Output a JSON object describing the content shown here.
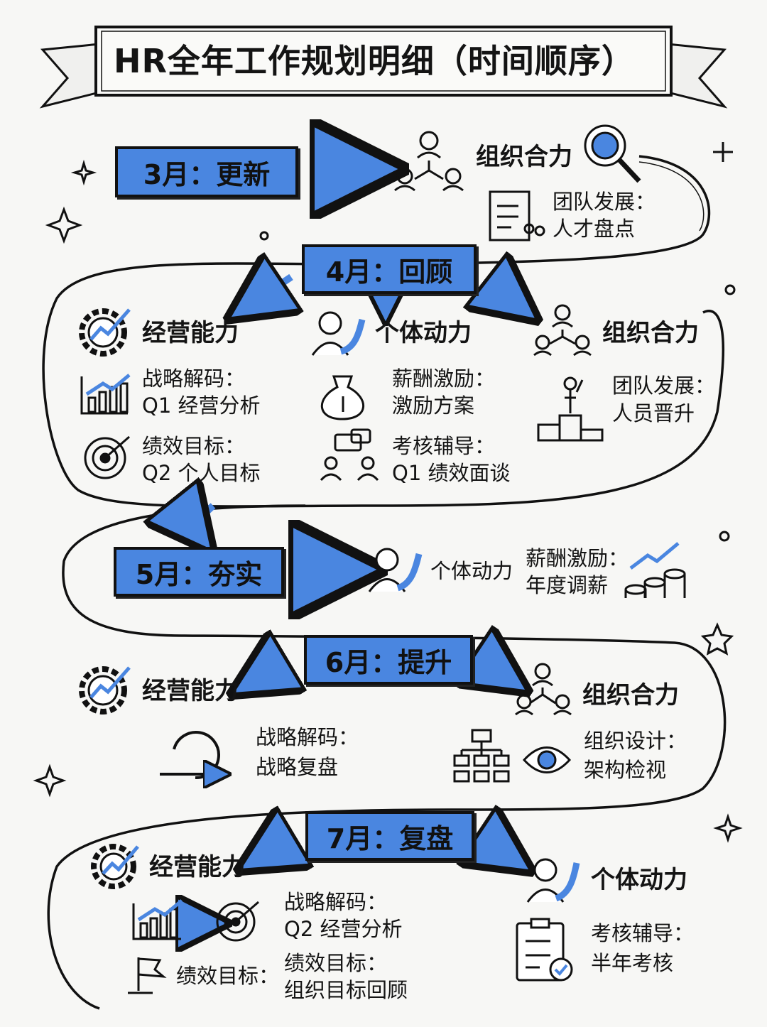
{
  "title": "HR全年工作规划明细（时间顺序）",
  "months": {
    "mar": {
      "label": "3月：更新",
      "cat": "组织合力",
      "item": {
        "head": "团队发展：",
        "body": "人才盘点"
      }
    },
    "apr": {
      "label": "4月：回顾",
      "cats": {
        "biz": "经营能力",
        "ind": "个体动力",
        "org": "组织合力"
      },
      "items": {
        "strategy": {
          "head": "战略解码：",
          "body": "Q1 经营分析"
        },
        "perf": {
          "head": "绩效目标：",
          "body": "Q2 个人目标"
        },
        "pay": {
          "head": "薪酬激励：",
          "body": "激励方案"
        },
        "coach": {
          "head": "考核辅导：",
          "body": "Q1 绩效面谈"
        },
        "team": {
          "head": "团队发展：",
          "body": "人员晋升"
        }
      }
    },
    "may": {
      "label": "5月：夯实",
      "cat": "个体动力",
      "item": {
        "head": "薪酬激励：",
        "body": "年度调薪"
      }
    },
    "jun": {
      "label": "6月：提升",
      "cats": {
        "biz": "经营能力",
        "org": "组织合力"
      },
      "items": {
        "strategy": {
          "head": "战略解码：",
          "body": "战略复盘"
        },
        "design": {
          "head": "组织设计：",
          "body": "架构检视"
        }
      }
    },
    "jul": {
      "label": "7月：复盘",
      "cats": {
        "biz": "经营能力",
        "ind": "个体动力"
      },
      "items": {
        "strategy": {
          "head": "战略解码：",
          "body": "Q2 经营分析"
        },
        "perf_label": "绩效目标：",
        "perf": {
          "head": "绩效目标：",
          "body": "组织目标回顾"
        },
        "coach": {
          "head": "考核辅导：",
          "body": "半年考核"
        }
      }
    }
  },
  "colors": {
    "accent": "#4a86e0",
    "ink": "#111111",
    "paper": "#f7f7f5"
  },
  "icons": [
    "team-network-icon",
    "brain-search-icon",
    "checklist-team-icon",
    "gear-growth-icon",
    "person-growth-icon",
    "bar-chart-growth-icon",
    "money-bag-icon",
    "target-icon",
    "chat-people-icon",
    "podium-icon",
    "coins-growth-icon",
    "cycle-arrow-icon",
    "org-chart-icon",
    "eye-icon",
    "flag-icon",
    "clipboard-check-icon"
  ]
}
